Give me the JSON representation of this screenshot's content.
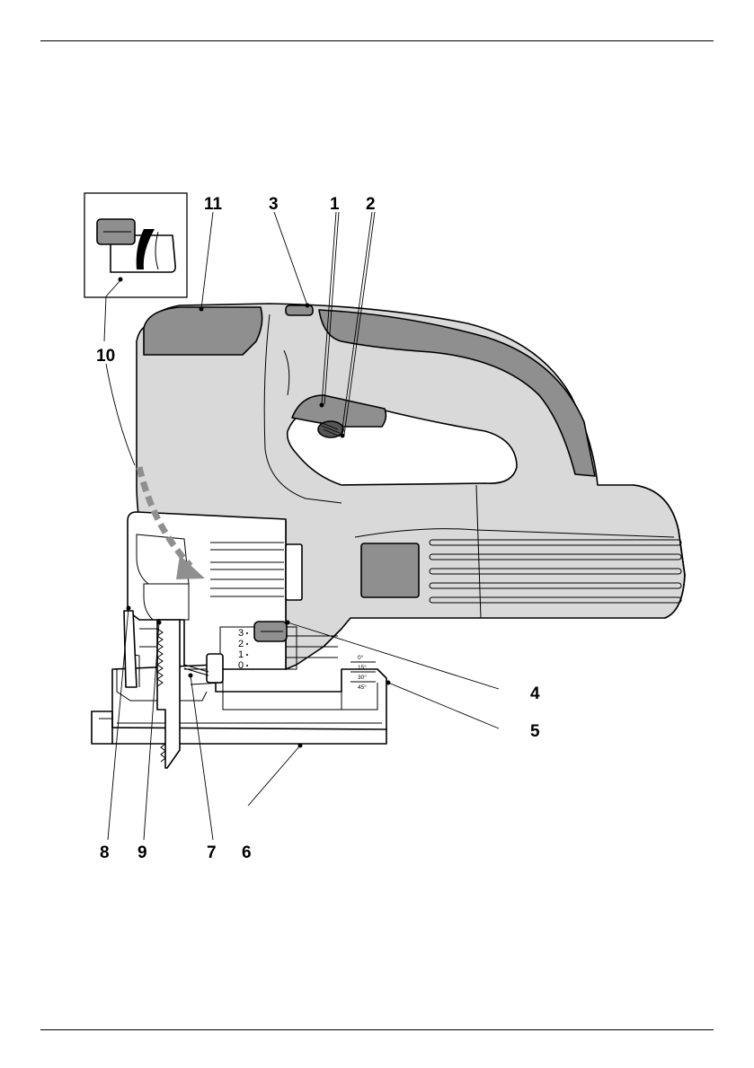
{
  "figure": {
    "callouts": [
      {
        "id": "c1",
        "label": "1"
      },
      {
        "id": "c2",
        "label": "2"
      },
      {
        "id": "c3",
        "label": "3"
      },
      {
        "id": "c4",
        "label": "4"
      },
      {
        "id": "c5",
        "label": "5"
      },
      {
        "id": "c6",
        "label": "6"
      },
      {
        "id": "c7",
        "label": "7"
      },
      {
        "id": "c8",
        "label": "8"
      },
      {
        "id": "c9",
        "label": "9"
      },
      {
        "id": "c10",
        "label": "10"
      },
      {
        "id": "c11",
        "label": "11"
      }
    ],
    "stroke_selector": {
      "positions": [
        "3",
        "2",
        "1",
        "0"
      ]
    },
    "bevel_scale": {
      "angles": [
        "0°",
        "15°",
        "30°",
        "45°"
      ]
    },
    "colors": {
      "body_light": "#d9d9d9",
      "grip_dark": "#8f8f8f",
      "plate_white": "#ffffff",
      "line": "#000000"
    }
  }
}
